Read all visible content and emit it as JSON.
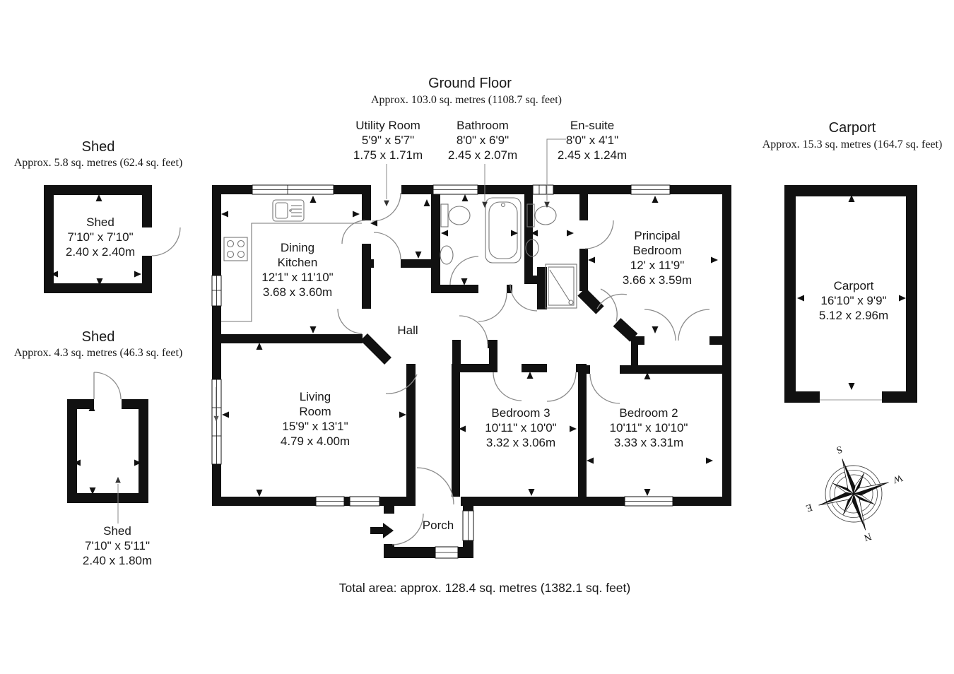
{
  "ground_floor": {
    "title": "Ground Floor",
    "area": "Approx. 103.0 sq. metres (1108.7 sq. feet)"
  },
  "total_area_note": "Total area: approx. 128.4 sq. metres (1382.1 sq. feet)",
  "rooms": {
    "utility": [
      "Utility Room",
      "5'9\" x 5'7\"",
      "1.75 x 1.71m"
    ],
    "bathroom": [
      "Bathroom",
      "8'0\" x 6'9\"",
      "2.45 x 2.07m"
    ],
    "ensuite": [
      "En-suite",
      "8'0\" x 4'1\"",
      "2.45 x 1.24m"
    ],
    "kitchen": [
      "Dining",
      "Kitchen",
      "12'1\" x 11'10\"",
      "3.68 x 3.60m"
    ],
    "principal": [
      "Principal",
      "Bedroom",
      "12' x 11'9\"",
      "3.66 x 3.59m"
    ],
    "hall": [
      "Hall"
    ],
    "living": [
      "Living",
      "Room",
      "15'9\" x 13'1\"",
      "4.79 x 4.00m"
    ],
    "bedroom3": [
      "Bedroom 3",
      "10'11\" x 10'0\"",
      "3.32 x 3.06m"
    ],
    "bedroom2": [
      "Bedroom 2",
      "10'11\" x 10'10\"",
      "3.33 x 3.31m"
    ],
    "porch": [
      "Porch"
    ]
  },
  "outbuildings": {
    "shed1": {
      "header": "Shed",
      "area": "Approx. 5.8 sq. metres (62.4 sq. feet)",
      "label": [
        "Shed",
        "7'10\" x 7'10\"",
        "2.40 x 2.40m"
      ]
    },
    "shed2": {
      "header": "Shed",
      "area": "Approx. 4.3 sq. metres (46.3 sq. feet)",
      "label": [
        "Shed",
        "7'10\" x 5'11\"",
        "2.40 x 1.80m"
      ]
    },
    "carport": {
      "header": "Carport",
      "area": "Approx. 15.3 sq. metres (164.7 sq. feet)",
      "label": [
        "Carport",
        "16'10\" x 9'9\"",
        "5.12 x 2.96m"
      ]
    }
  },
  "compass": {
    "n": "N",
    "e": "E",
    "s": "S",
    "w": "W"
  },
  "colors": {
    "wall": "#111111",
    "thin": "#8c8c8c",
    "fixture": "#777777"
  }
}
